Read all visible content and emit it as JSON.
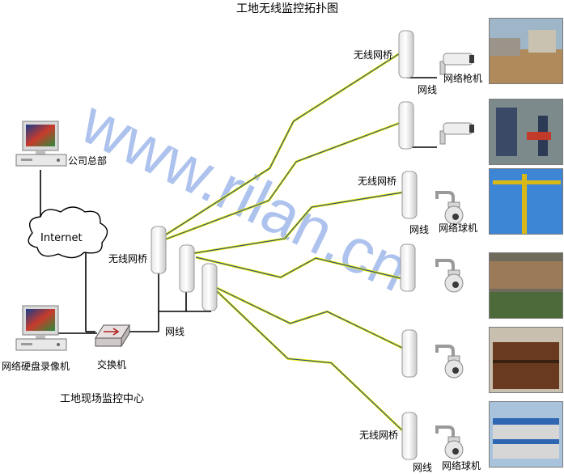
{
  "title": "工地无线监控拓扑图",
  "watermark": "www.rilan.cn",
  "nodes": {
    "hq": "公司总部",
    "internet": "Internet",
    "nvr": "网络硬盘录像机",
    "switch": "交换机",
    "center": "工地现场监控中心",
    "bridge_center": "无线网桥",
    "cable_center": "网线"
  },
  "sites": [
    {
      "bridge": "无线网桥",
      "cable": "网线",
      "camera": "网络枪机",
      "camera_type": "bullet-camera"
    },
    {
      "bridge": "",
      "cable": "",
      "camera": "",
      "camera_type": "bullet-camera"
    },
    {
      "bridge": "无线网桥",
      "cable": "网线",
      "camera": "网络球机",
      "camera_type": "dome-camera"
    },
    {
      "bridge": "",
      "cable": "",
      "camera": "",
      "camera_type": "dome-camera"
    },
    {
      "bridge": "",
      "cable": "",
      "camera": "",
      "camera_type": "dome-camera"
    },
    {
      "bridge": "无线网桥",
      "cable": "网线",
      "camera": "网络球机",
      "camera_type": "dome-camera"
    }
  ],
  "colors": {
    "wireless_link_blue": "#2a4f8f",
    "wireless_link_yellow": "#f2f200",
    "cable": "#000000",
    "watermark": "#4a78d8"
  },
  "icons": [
    "pc-monitor-icon",
    "cloud-icon",
    "switch-icon",
    "wireless-bridge-icon",
    "bullet-camera-icon",
    "dome-camera-icon"
  ]
}
